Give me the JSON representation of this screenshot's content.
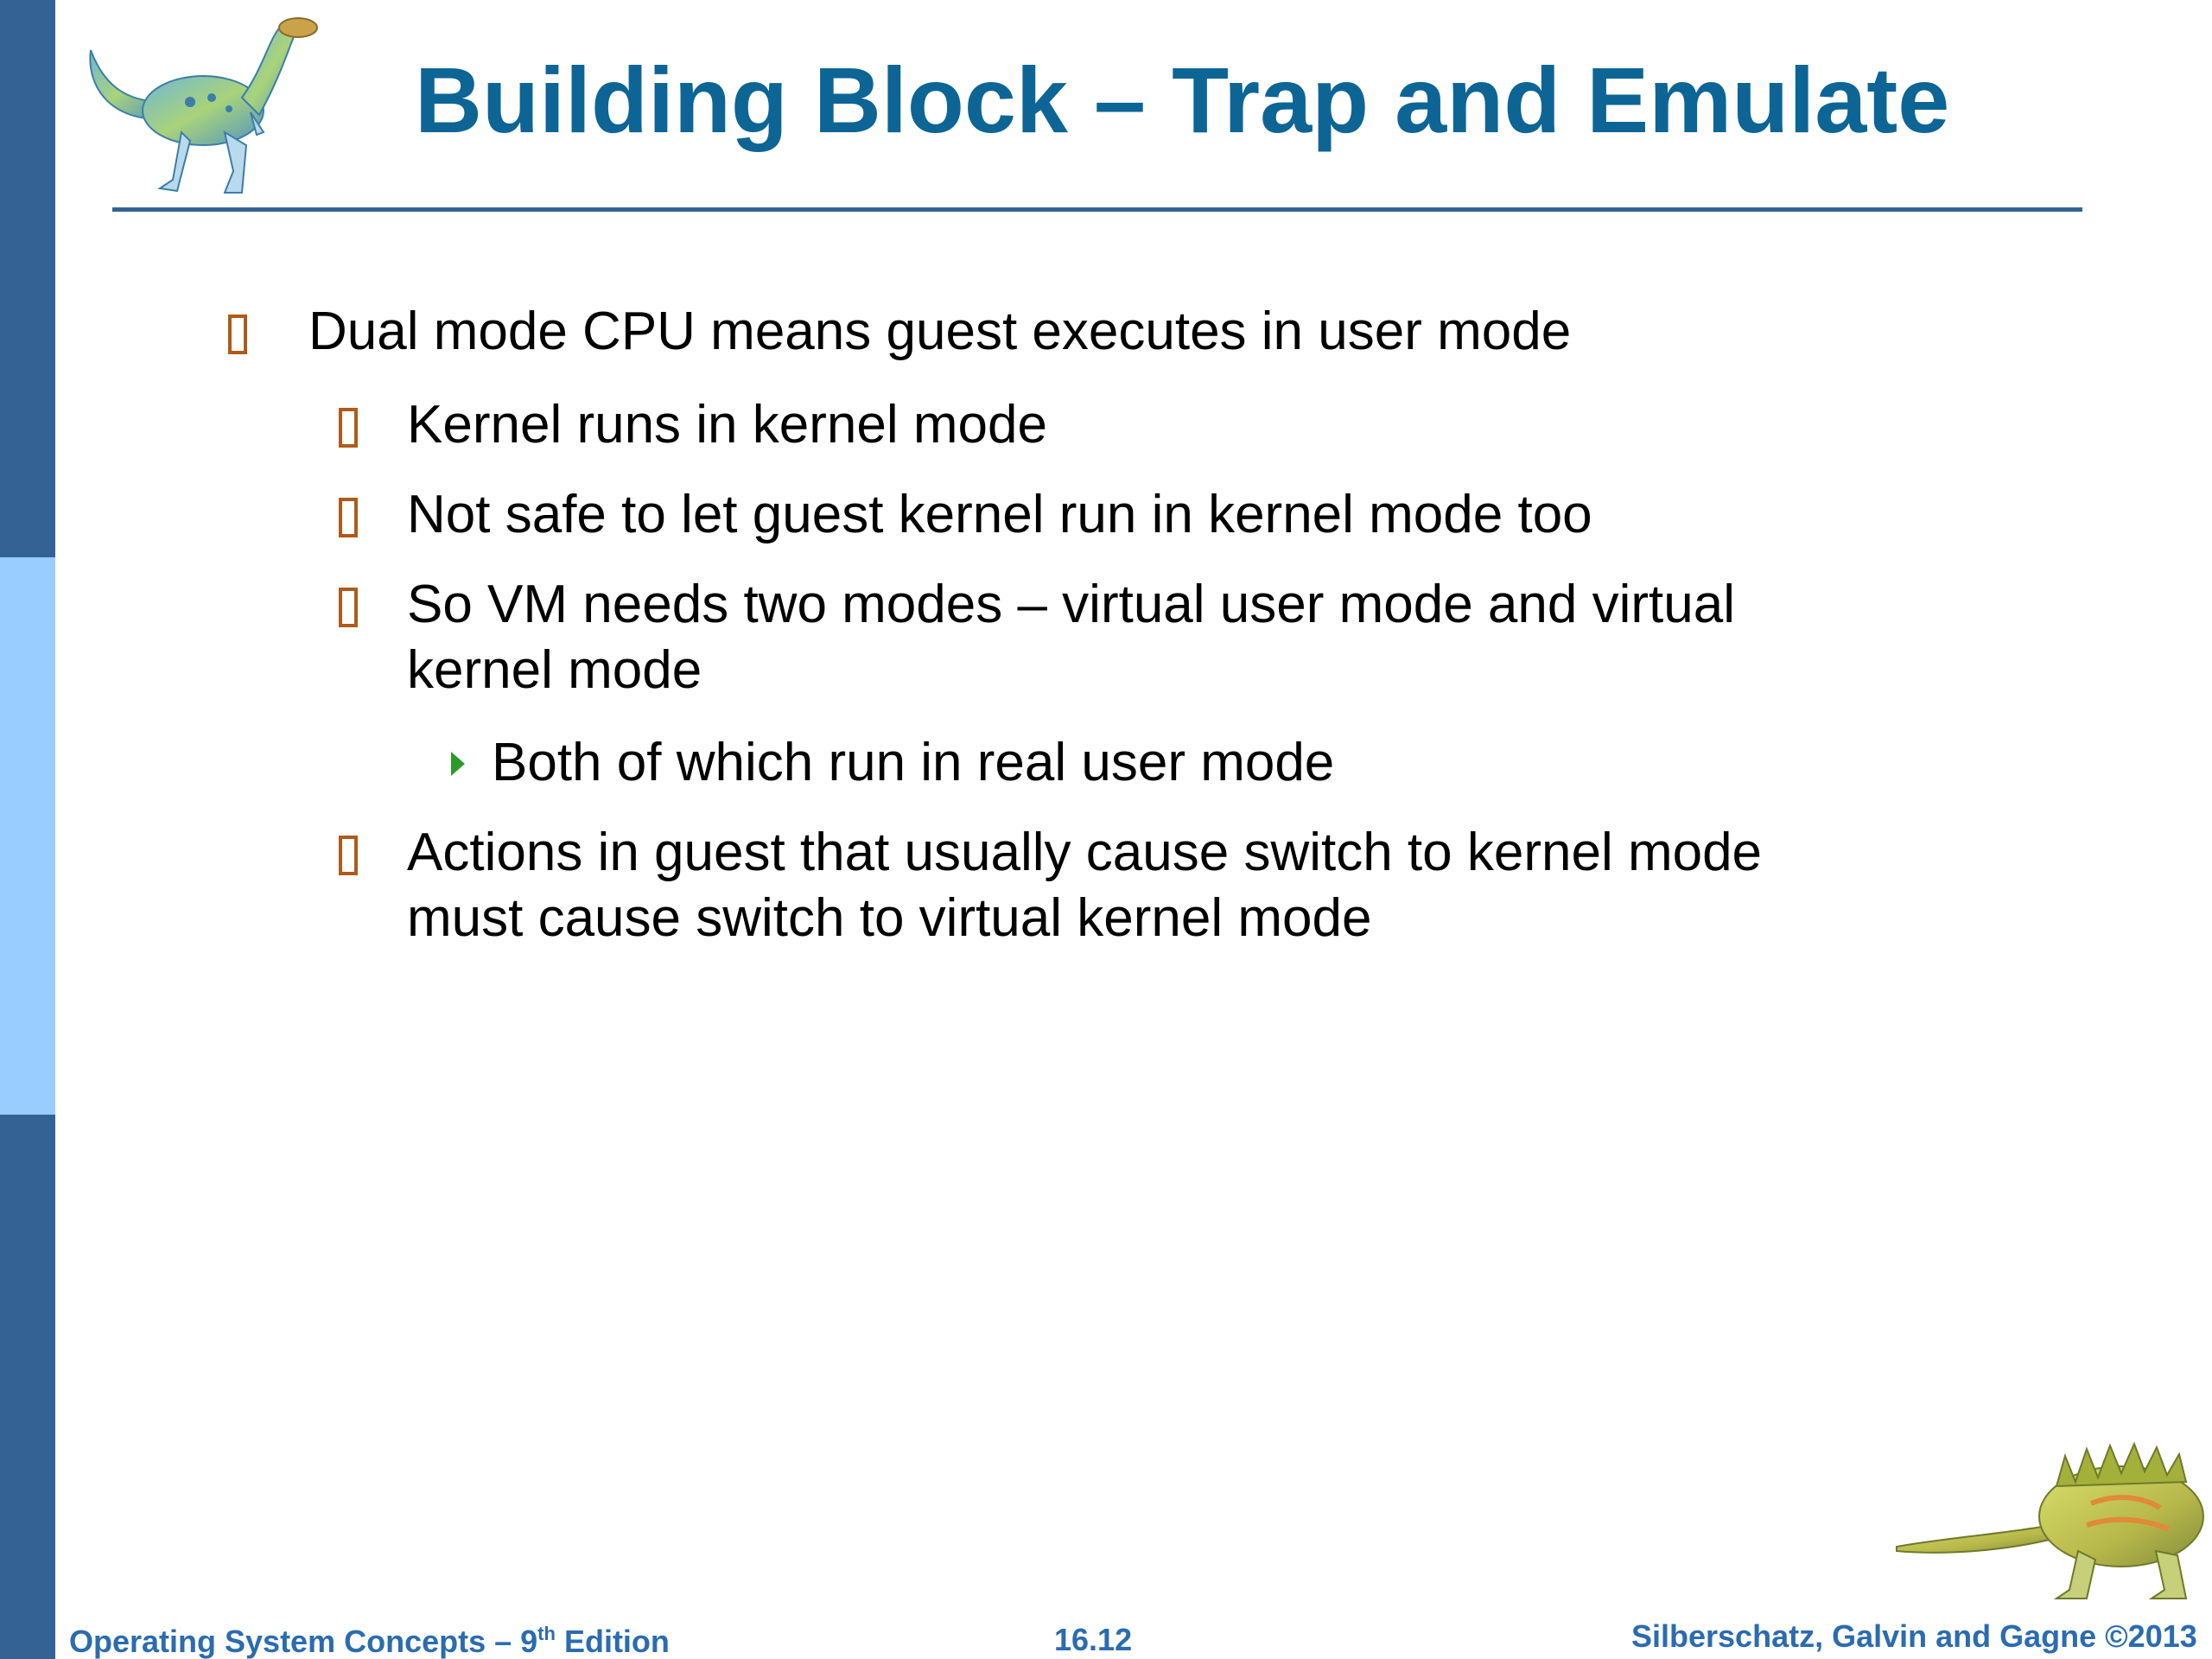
{
  "slide": {
    "title": "Building Block – Trap and Emulate",
    "bullets": [
      {
        "level": 1,
        "text": "Dual mode CPU means guest executes in user mode"
      },
      {
        "level": 2,
        "text": "Kernel runs in kernel mode"
      },
      {
        "level": 2,
        "text": "Not safe to let guest kernel run in kernel mode too"
      },
      {
        "level": 2,
        "lines": [
          "So VM needs two modes – virtual user mode and virtual",
          "kernel mode"
        ]
      },
      {
        "level": 3,
        "text": "Both of which run in real user mode"
      },
      {
        "level": 2,
        "lines": [
          "Actions in guest that usually cause switch to kernel mode",
          "must cause switch to virtual kernel mode"
        ]
      }
    ]
  },
  "footer": {
    "book_title_prefix": "Operating System Concepts – 9",
    "book_title_superscript": "th",
    "book_title_suffix": " Edition",
    "page_number": "16.12",
    "copyright": "Silberschatz, Galvin and Gagne ©2013"
  },
  "colors": {
    "title": "#0d6596",
    "sidebar_dark": "#356294",
    "sidebar_light": "#99ccff",
    "footer_text": "#2b6cb0",
    "bullet_box": "#b05a1a",
    "bullet_triangle": "#2a9a2a"
  },
  "icons": {
    "top_left": "dinosaur-icon",
    "bottom_right": "dinosaur-icon"
  }
}
